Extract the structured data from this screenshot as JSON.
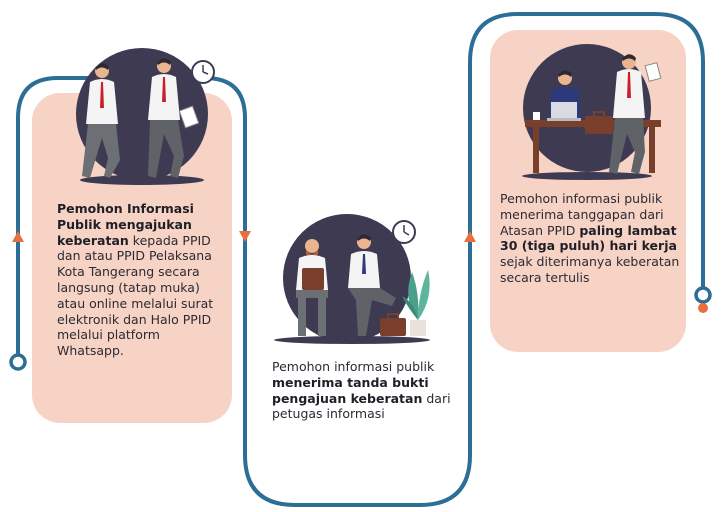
{
  "colors": {
    "card_fill": "#f7d3c6",
    "flow_line": "#2d6e96",
    "arrow": "#e8703a",
    "illustration_bg": "#3d3a52",
    "text": "#2b2b33"
  },
  "steps": [
    {
      "bold_1": "Pemohon Informasi Publik mengajukan keberatan",
      "text_1": " kepada PPID dan atau PPID Pelaksana Kota Tangerang secara langsung (tatap muka) atau online melalui surat elektronik dan Halo PPID melalui platform Whatsapp.",
      "illustration": "two-businessmen-walking-with-clock-icon"
    },
    {
      "text_1": "Pemohon informasi publik ",
      "bold_1": "menerima tanda bukti pengajuan keberatan",
      "text_2": " dari petugas informasi",
      "illustration": "two-businessmen-seated-waiting-with-clock-icon"
    },
    {
      "text_1": "Pemohon informasi publik menerima tanggapan dari Atasan PPID ",
      "bold_1": "paling lambat 30 (tiga puluh) hari kerja",
      "text_2": " sejak diterimanya keberatan secara tertulis",
      "illustration": "businessman-at-desk-and-walking-with-briefcase"
    }
  ]
}
